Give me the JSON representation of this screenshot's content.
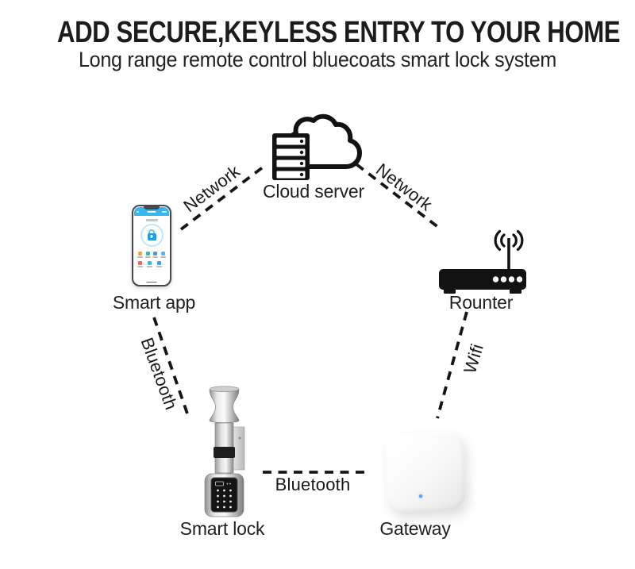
{
  "header": {
    "title": "ADD SECURE,KEYLESS ENTRY TO YOUR HOME",
    "subtitle": "Long range remote control bluecoats smart lock system"
  },
  "nodes": {
    "cloud_server": {
      "label": "Cloud server",
      "icon": "cloud-server-icon"
    },
    "smart_app": {
      "label": "Smart app",
      "icon": "smartphone-icon"
    },
    "router": {
      "label": "Rounter",
      "icon": "router-icon"
    },
    "smart_lock": {
      "label": "Smart lock",
      "icon": "smart-lock-icon"
    },
    "gateway": {
      "label": "Gateway",
      "icon": "gateway-icon"
    }
  },
  "connections": [
    {
      "from": "smart_app",
      "to": "cloud_server",
      "label": "Network"
    },
    {
      "from": "cloud_server",
      "to": "router",
      "label": "Network"
    },
    {
      "from": "smart_app",
      "to": "smart_lock",
      "label": "Bluetooth"
    },
    {
      "from": "router",
      "to": "gateway",
      "label": "Wifi"
    },
    {
      "from": "smart_lock",
      "to": "gateway",
      "label": "Bluetooth"
    }
  ],
  "colors": {
    "text": "#1c1c1c",
    "line": "#151515",
    "app_accent": "#38b6f0",
    "lock_blue": "#1d9fe8",
    "gateway_led": "#4aa3ff"
  }
}
